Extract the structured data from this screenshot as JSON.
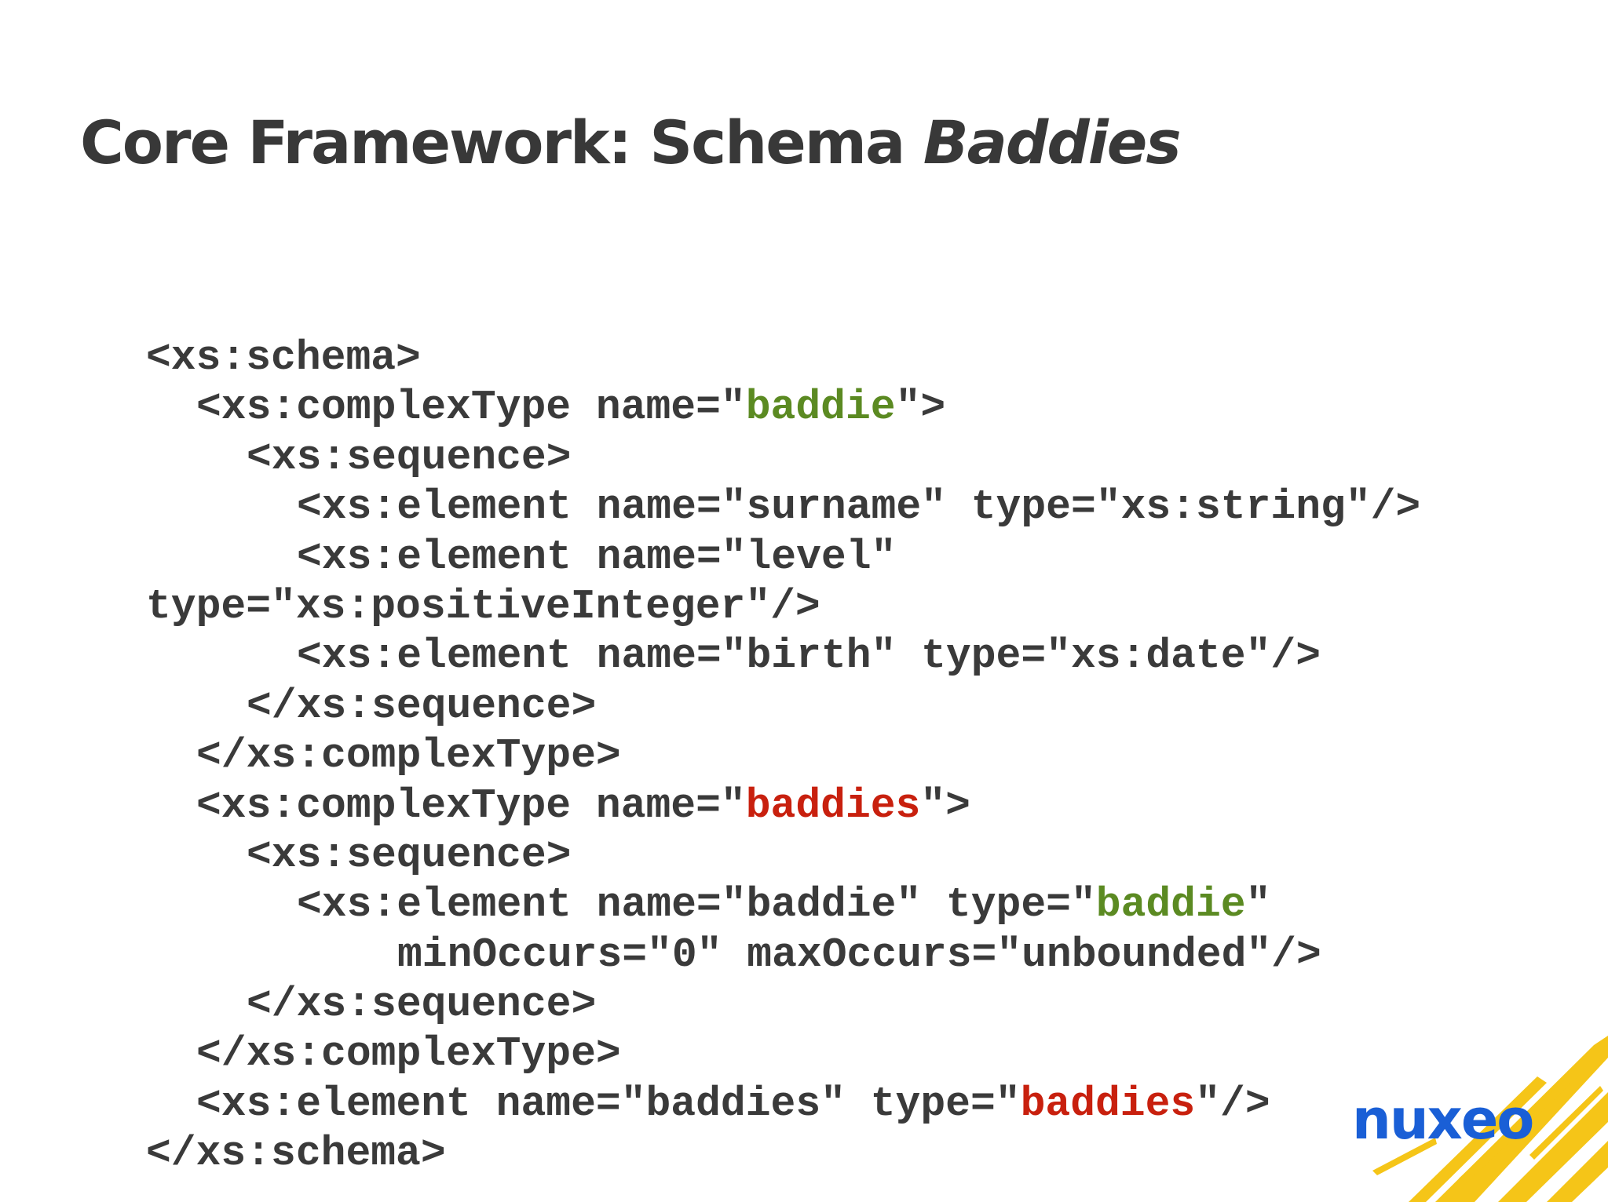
{
  "slide": {
    "title_main": "Core Framework: Schema ",
    "title_emphasis": "Baddies",
    "logo": "nuxeo"
  },
  "code": {
    "l1": "<xs:schema>",
    "l2_pre": "<xs:complexType name=\"",
    "l2_hl": "baddie",
    "l2_post": "\">",
    "l3": "<xs:sequence>",
    "l4": "<xs:element name=\"surname\" type=\"xs:string\"/>",
    "l5": "<xs:element name=\"level\"",
    "l6": "type=\"xs:positiveInteger\"/>",
    "l7": "<xs:element name=\"birth\" type=\"xs:date\"/>",
    "l8": "</xs:sequence>",
    "l9": "</xs:complexType>",
    "l10_pre": "<xs:complexType name=\"",
    "l10_hl": "baddies",
    "l10_post": "\">",
    "l11": "<xs:sequence>",
    "l12_pre": "<xs:element name=\"baddie\" type=\"",
    "l12_hl": "baddie",
    "l12_post": "\"",
    "l13": "minOccurs=\"0\" maxOccurs=\"unbounded\"/>",
    "l14": "</xs:sequence>",
    "l15": "</xs:complexType>",
    "l16_pre": "<xs:element name=\"baddies\" type=\"",
    "l16_hl": "baddies",
    "l16_post": "\"/>",
    "l17": "</xs:schema>"
  },
  "colors": {
    "text": "#3a3a3a",
    "green_highlight": "#5b8a22",
    "red_highlight": "#c8200e",
    "logo_blue": "#1a5fd6",
    "brush_yellow": "#f5c518"
  }
}
